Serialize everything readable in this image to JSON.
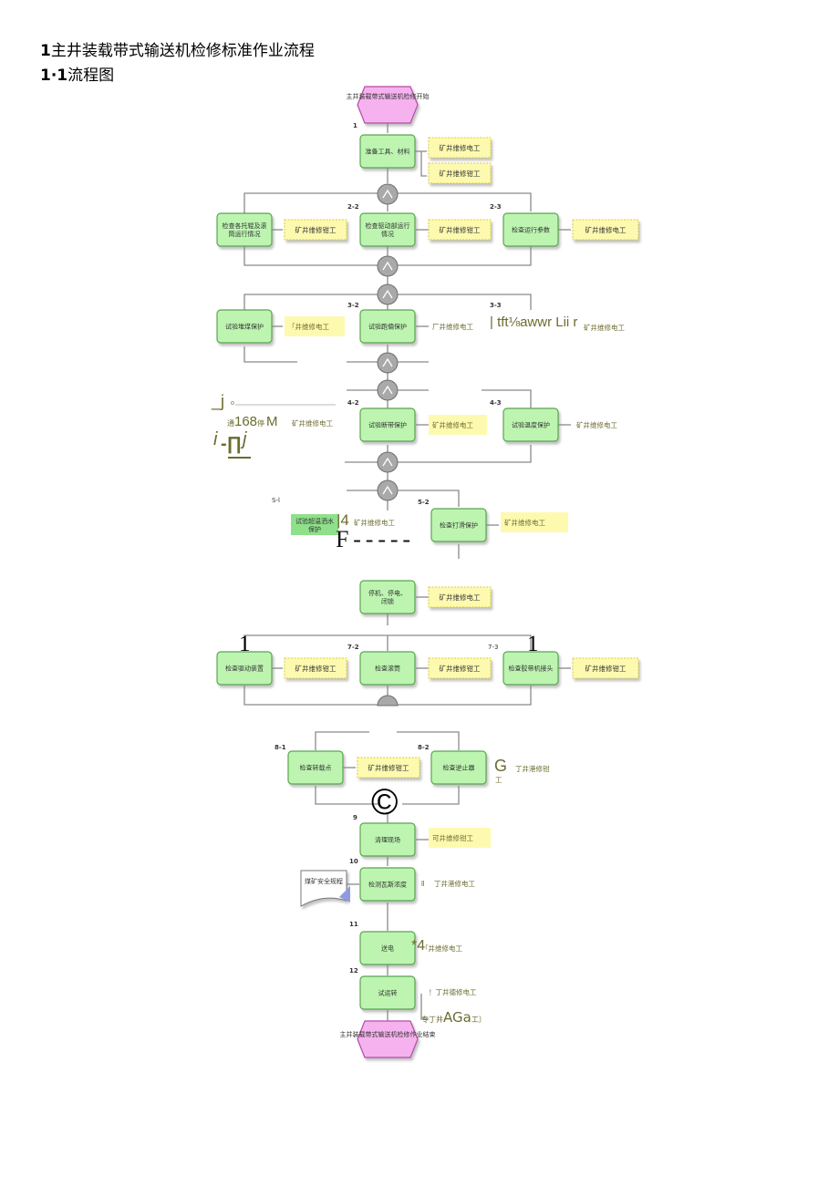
{
  "title": {
    "line1_num": "1",
    "line1_text": "主井装载带式输送机检修标准作业流程",
    "line2_num": "1·1",
    "line2_text": "流程图"
  },
  "colors": {
    "process_fill": "#bdf5b0",
    "process_stroke": "#5aa552",
    "role_fill": "#fdfab0",
    "role_stroke": "#d8cc3a",
    "event_fill": "#f6b2ee",
    "event_stroke": "#b44ca8",
    "gate_fill": "#a7a7a7",
    "line": "#8a8a8a"
  },
  "diagram": {
    "start": "主井装载带式输送机检修开始",
    "end": "主井装载带式输送机检修作业结束",
    "doc": "煤矿安全规程",
    "steps": {
      "s1": "准备工具、材料",
      "s2_1": "检查各托辊及滚筒运行情况",
      "s2_2": "检查驱动部运行情况",
      "s2_3": "检查运行参数",
      "s3_1": "试验堆煤保护",
      "s3_2": "试验跑偏保护",
      "s4_2": "试验断带保护",
      "s4_3": "试验温度保护",
      "s5_1": "试验超温洒水保护",
      "s5_2": "检查打滑保护",
      "s6": "停机、停电、闭锁",
      "s7_1": "检查驱动装置",
      "s7_2": "检查滚筒",
      "s7_3": "检查胶带机接头",
      "s8_1": "检查转载点",
      "s8_2": "检查逆止器",
      "s9": "清理现场",
      "s10": "检测瓦斯浓度",
      "s11": "送电",
      "s12": "试运转"
    },
    "roles": {
      "r1a": "矿井维修电工",
      "r1b": "矿井维修钳工",
      "r2_1": "矿井维修钳工",
      "r2_2": "矿井维修钳工",
      "r2_3": "矿井维修电工",
      "r3_1": "「井维修电工",
      "r3_2": "厂井维修电工",
      "r3_3": "矿井维修电工",
      "r4_1": "矿井维修电工",
      "r4_2": "矿井维修电工",
      "r4_3": "矿井维修电工",
      "r5_1": "矿井维修电工",
      "r5_2": "矿井维修电工",
      "r6": "矿井维修电工",
      "r7_1": "矿井维修钳工",
      "r7_2": "矿井维修钳工",
      "r7_3": "矿井维修钳工",
      "r8_1": "矿井维修钳工",
      "r8_2": "丁井港修钳",
      "r8_2b": "工",
      "r9": "可井维修钳工",
      "r10": "丁井港修电工",
      "r11": "「井维修电工",
      "r12a": "！丁井德修电工",
      "r12b_pre": "专丁井",
      "r12b_big": "AGa",
      "r12b_post": "工〕"
    },
    "step_numbers": {
      "n1": "1",
      "n2_2": "2-2",
      "n2_3": "2-3",
      "n3_2": "3-2",
      "n3_3": "3-3",
      "n4_2": "4-2",
      "n4_3": "4-3",
      "n5_1": "S-l",
      "n5_2": "5-2",
      "n7_1": "1",
      "n7_2": "7-2",
      "n7_3": "7-3",
      "n7_3big": "1",
      "n8_1": "8-1",
      "n8_2": "8-2",
      "n9": "9",
      "n10": "10",
      "n11": "11",
      "n12": "12"
    },
    "ocr_artifacts": {
      "a1": "| tft⅛awwr Lii r",
      "a2": "_j",
      "a3": "o",
      "a4_pre": "通",
      "a4_big": "168",
      "a4_small": "停",
      "a4_m": "M",
      "a5": "i",
      "a6": "-∏",
      "a7": "j",
      "a8": "|4",
      "a9": "F-----",
      "a10": "G",
      "a11": "©",
      "a12": "*4",
      "a13": "ll"
    }
  }
}
